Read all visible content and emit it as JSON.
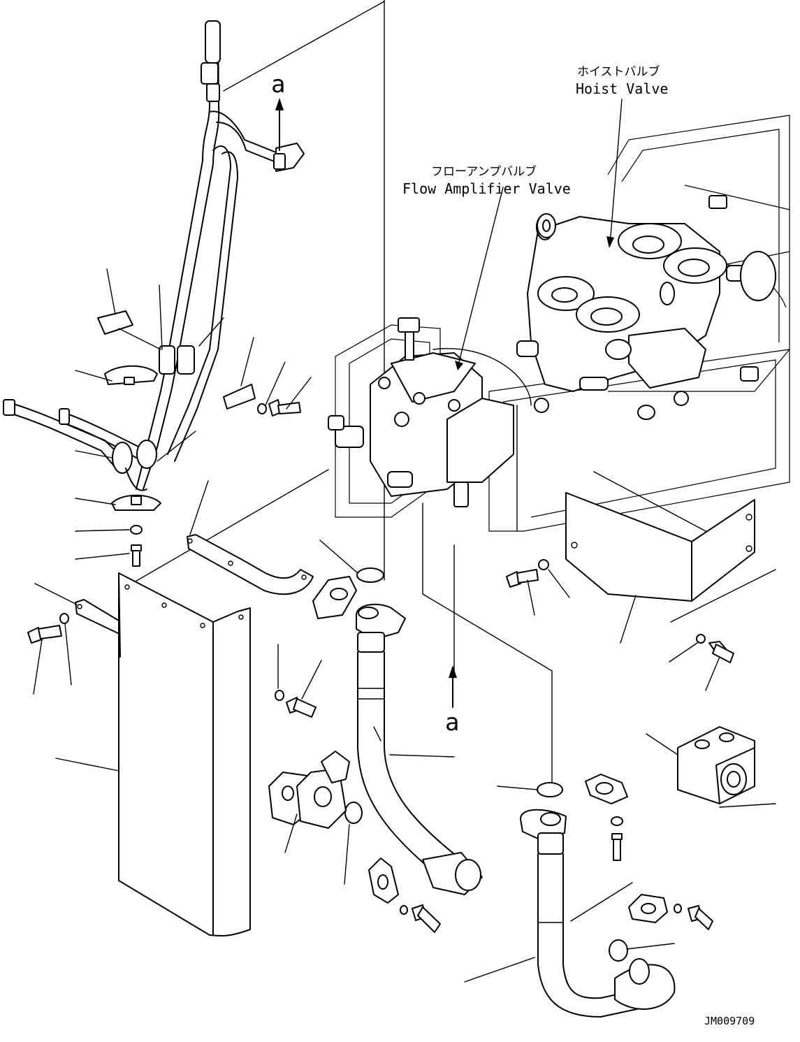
{
  "labels": {
    "hoist_valve_jp": "ホイストバルブ",
    "hoist_valve_en": "Hoist Valve",
    "flow_amp_jp": "フローアンプバルブ",
    "flow_amp_en": "Flow Amplifier Valve",
    "view_marker_top": "a",
    "view_marker_bottom": "a",
    "drawing_code": "JM009709"
  }
}
